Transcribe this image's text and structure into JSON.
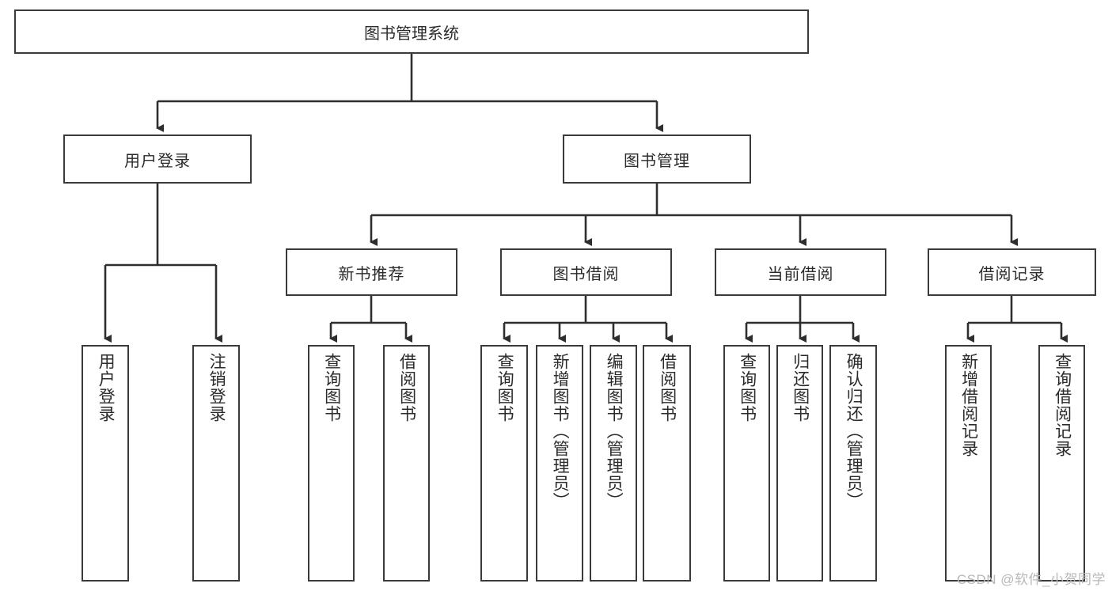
{
  "diagram": {
    "title": "图书管理系统",
    "type": "tree",
    "root": {
      "label": "图书管理系统"
    },
    "level2": [
      {
        "label": "用户登录"
      },
      {
        "label": "图书管理"
      }
    ],
    "level3": [
      {
        "label": "新书推荐"
      },
      {
        "label": "图书借阅"
      },
      {
        "label": "当前借阅"
      },
      {
        "label": "借阅记录"
      }
    ],
    "leaves": {
      "user_login": [
        {
          "label": "用户登录"
        },
        {
          "label": "注销登录"
        }
      ],
      "new_book_recommend": [
        {
          "label": "查询图书"
        },
        {
          "label": "借阅图书"
        }
      ],
      "book_borrow": [
        {
          "label": "查询图书"
        },
        {
          "label": "新增图书（管理员）"
        },
        {
          "label": "编辑图书（管理员）"
        },
        {
          "label": "借阅图书"
        }
      ],
      "current_borrow": [
        {
          "label": "查询图书"
        },
        {
          "label": "归还图书"
        },
        {
          "label": "确认归还（管理员）"
        }
      ],
      "borrow_record": [
        {
          "label": "新增借阅记录"
        },
        {
          "label": "查询借阅记录"
        }
      ]
    }
  },
  "watermark": {
    "text": "CSDN @软件_小贺同学"
  },
  "colors": {
    "stroke": "#3a3a3a",
    "fill": "#ffffff",
    "text": "#2b2b2b",
    "watermark": "#b8b8b8"
  }
}
